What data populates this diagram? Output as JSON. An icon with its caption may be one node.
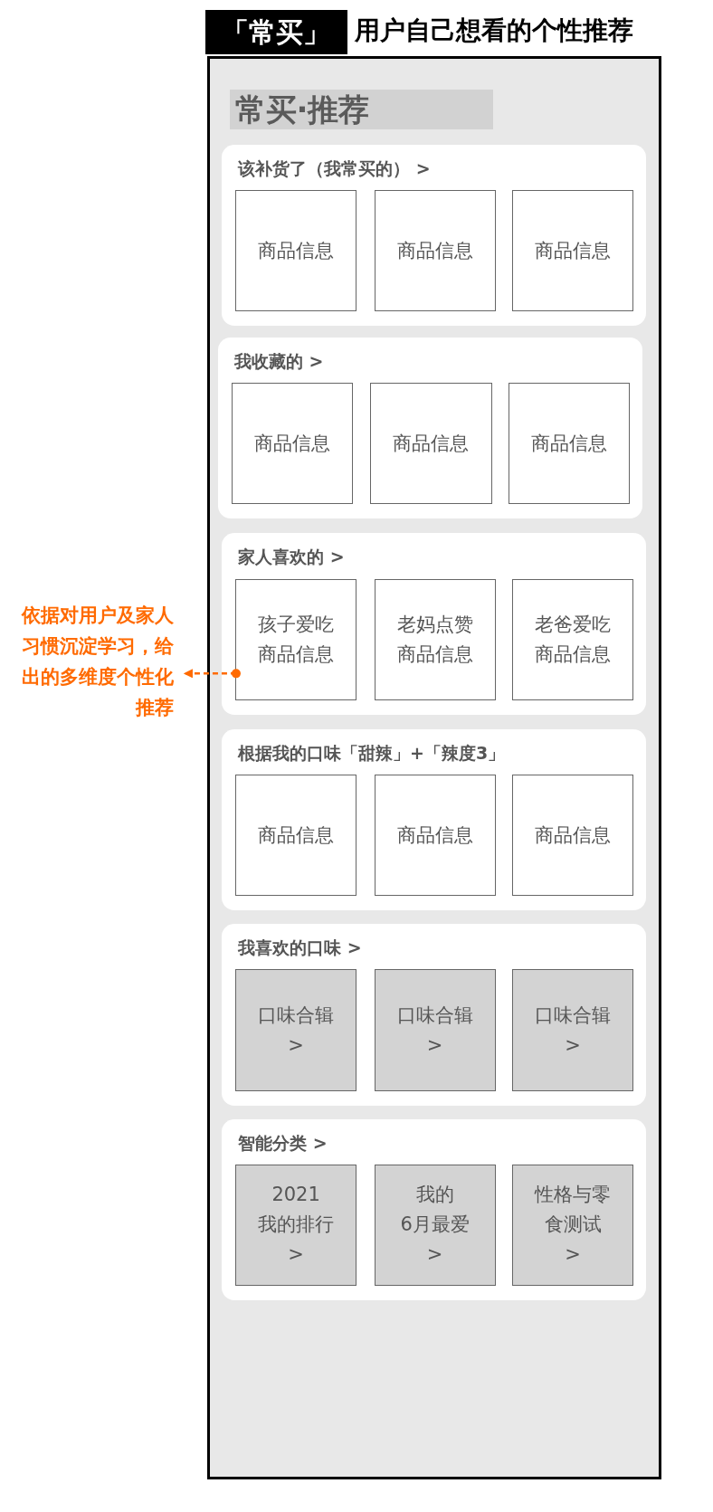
{
  "diagram": {
    "title": "用户自己想看的个性推荐",
    "nodes": [
      {
        "text": [],
        "shape": "box"
      },
      {
        "text": [
          "常买·推荐"
        ],
        "in": 0
      },
      {
        "text": [
          "该补货了（我常买的） >"
        ],
        "in": 0
      },
      {
        "text": [
          "商品信息"
        ],
        "in": 2
      },
      {
        "text": [
          "商品信息"
        ],
        "in": 2
      },
      {
        "text": [
          "商品信息"
        ],
        "in": 2
      },
      {
        "text": [
          "我收藏的 >"
        ],
        "in": 0
      },
      {
        "text": [
          "商品信息"
        ],
        "in": 6
      },
      {
        "text": [
          "商品信息"
        ],
        "in": 6
      },
      {
        "text": [
          "商品信息"
        ],
        "in": 6
      },
      {
        "text": [
          "家人喜欢的 >"
        ],
        "in": 0
      },
      {
        "text": [
          "孩子爱吃商品信息"
        ],
        "in": 10
      },
      {
        "text": [
          "老妈点赞商品信息"
        ],
        "in": 10
      },
      {
        "text": [
          "老爸爱吃商品信息"
        ],
        "in": 10
      },
      {
        "text": [
          "根据我的口味「甜辣」+「辣度3」"
        ],
        "in": 0
      },
      {
        "text": [
          "商品信息"
        ],
        "in": 14
      },
      {
        "text": [
          "商品信息"
        ],
        "in": 14
      },
      {
        "text": [
          "商品信息"
        ],
        "in": 14
      },
      {
        "text": [
          "我喜欢的口味 >"
        ],
        "in": 0
      },
      {
        "text": [
          "口味合辑 >"
        ],
        "in": 18
      },
      {
        "text": [
          "口味合辑 >"
        ],
        "in": 18
      },
      {
        "text": [
          "口味合辑 >"
        ],
        "in": 18
      },
      {
        "text": [
          "智能分类 >"
        ],
        "in": 0
      },
      {
        "text": [
          "2021 我的排行 >"
        ],
        "in": 22
      },
      {
        "text": [
          "我的 6月最爱 >"
        ],
        "in": 22
      },
      {
        "text": [
          "性格与零食测试 >"
        ],
        "in": 22
      },
      {
        "text": [
          "依据对用户及家人习惯沉淀学习，给出的多维度个性化推荐"
        ]
      }
    ],
    "edges": [
      {
        "from": 11,
        "to": 26,
        "arrow": "to",
        "style": "dashed",
        "color": "#ff6a00"
      }
    ],
    "labels": [
      "「常买」"
    ]
  }
}
